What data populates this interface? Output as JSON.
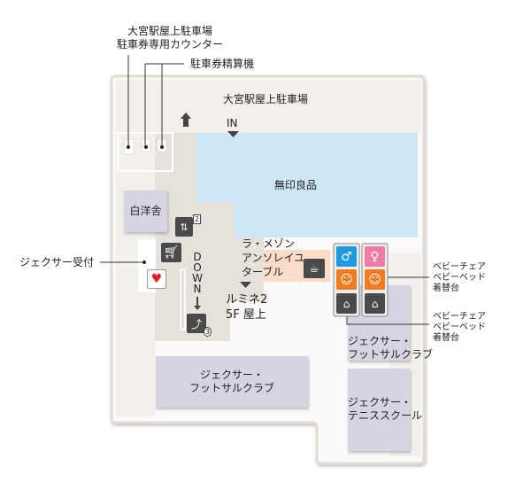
{
  "labels": {
    "parking_counter": [
      "大宮駅屋上駐車場",
      "駐車券専用カウンター"
    ],
    "ticket_machine": "駐車券精算機",
    "parking_area": "大宮駅屋上駐車場",
    "in": "IN",
    "muji": "無印良品",
    "hakuyosha": "白洋舎",
    "jexer_reception": "ジェクサー受付",
    "la_maison": [
      "ラ・メゾン",
      "アンソレイユ",
      "ターブル"
    ],
    "lumine": [
      "ルミネ2",
      "5F 屋上"
    ],
    "down": "DOWN",
    "baby_1": [
      "ベビーチェア",
      "ベビーベッド",
      "着替台"
    ],
    "baby_2": [
      "ベビーチェア",
      "ベビーベッド",
      "着替台"
    ],
    "futsal_small": [
      "ジェクサー・",
      "フットサルクラブ"
    ],
    "futsal_large": [
      "ジェクサー・",
      "フットサルクラブ"
    ],
    "tennis": [
      "ジェクサー・",
      "テニススクール"
    ],
    "elevator_badge": "2",
    "escalator_badge": "3"
  },
  "icons": [
    "elevator-icon",
    "cart-icon",
    "aed-icon",
    "escalator-icon",
    "cafe-icon",
    "mens-toilet-icon",
    "womens-toilet-icon",
    "baby-care-icon",
    "fitting-room-icon",
    "up-arrow-icon",
    "down-arrow-icon"
  ],
  "colors": {
    "muji": "#cde7f7",
    "tenant": "#d6d4e3",
    "cafe": "#fbdcc8",
    "mens": "#1e9be0",
    "womens": "#f07aa6",
    "baby": "#f47b20",
    "dark_icon": "#4a4a4a",
    "aed": "#e8222a"
  }
}
